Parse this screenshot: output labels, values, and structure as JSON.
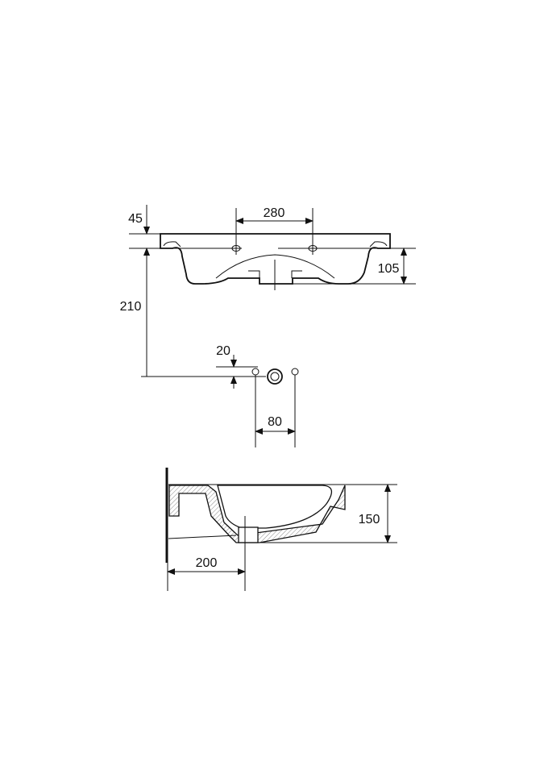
{
  "drawing": {
    "top_view": {
      "dim_width_holes": "280",
      "dim_rim_thickness": "45",
      "dim_depth_right": "105",
      "dim_total_left": "210"
    },
    "hole_view": {
      "dim_offset": "20",
      "dim_hole_spacing": "80"
    },
    "side_view": {
      "dim_height": "150",
      "dim_wall_to_drain": "200"
    },
    "colors": {
      "line": "#111111",
      "background": "#ffffff"
    }
  }
}
